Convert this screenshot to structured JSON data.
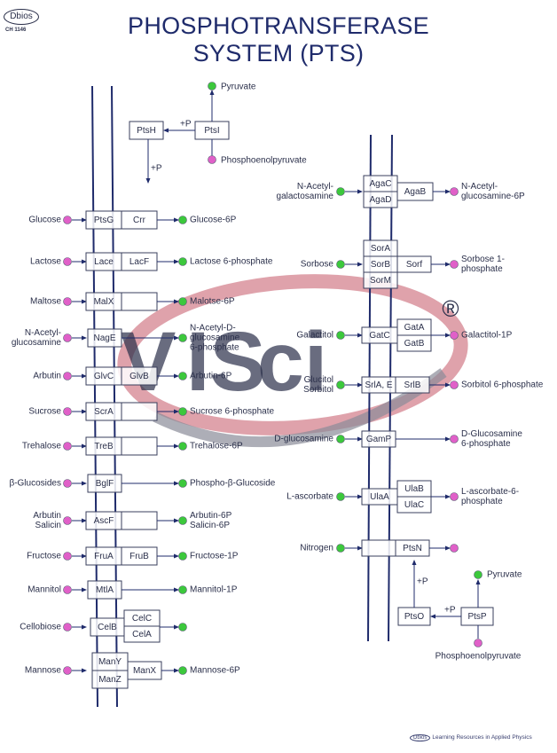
{
  "header": {
    "logo_text": "Dbios",
    "catalog_code": "CH 1146",
    "title_line1": "PHOSPHOTRANSFERASE",
    "title_line2": "SYSTEM (PTS)"
  },
  "footer": {
    "logo_text": "Dbios",
    "text": "Learning Resources in Applied Physics"
  },
  "watermark": {
    "text_v": "V",
    "text_is": "IS",
    "text_ci": "ci",
    "registered": "®"
  },
  "colors": {
    "substrate_dot_pink": "#e060c8",
    "product_dot_green": "#3cc83c",
    "membrane": "#1f2b6b",
    "box_border": "#3a3f5c",
    "title": "#1f2b6b",
    "watermark_red": "#d4838f",
    "watermark_gray": "#8a8c98"
  },
  "phosphorelay_left": {
    "ptsi": "PtsI",
    "ptsh": "PtsH",
    "plus_p_1": "+P",
    "plus_p_2": "+P",
    "pyruvate": "Pyruvate",
    "pep": "Phosphoenolpyruvate"
  },
  "phosphorelay_right": {
    "ptsp": "PtsP",
    "ptso": "PtsO",
    "plus_p_1": "+P",
    "plus_p_2": "+P",
    "pyruvate": "Pyruvate",
    "pep": "Phosphoenolpyruvate"
  },
  "left_systems": [
    {
      "substrate": [
        "Glucose"
      ],
      "boxes": [
        "PtsG",
        "Crr"
      ],
      "product": [
        "Glucose-6P"
      ]
    },
    {
      "substrate": [
        "Lactose"
      ],
      "boxes": [
        "Lace",
        "LacF"
      ],
      "product": [
        "Lactose 6-phosphate"
      ]
    },
    {
      "substrate": [
        "Maltose"
      ],
      "boxes": [
        "MalX",
        ""
      ],
      "product": [
        "Malotse-6P"
      ]
    },
    {
      "substrate": [
        "N-Acetyl-",
        "glucosamine"
      ],
      "boxes": [
        "NagE"
      ],
      "product": [
        "N-Acetyl-D-",
        "glucosamine",
        "6-phosphate"
      ]
    },
    {
      "substrate": [
        "Arbutin"
      ],
      "boxes": [
        "GlvC",
        "GlvB"
      ],
      "product": [
        "Arbutin-6P"
      ]
    },
    {
      "substrate": [
        "Sucrose"
      ],
      "boxes": [
        "ScrA",
        ""
      ],
      "product": [
        "Sucrose 6-phosphate"
      ]
    },
    {
      "substrate": [
        "Trehalose"
      ],
      "boxes": [
        "TreB",
        ""
      ],
      "product": [
        "Trehalose-6P"
      ]
    },
    {
      "substrate": [
        "β-Glucosides"
      ],
      "boxes": [
        "BglF"
      ],
      "product": [
        "Phospho-β-Glucoside"
      ]
    },
    {
      "substrate": [
        "Arbutin",
        "Salicin"
      ],
      "boxes": [
        "AscF",
        ""
      ],
      "product": [
        "Arbutin-6P",
        "Salicin-6P"
      ]
    },
    {
      "substrate": [
        "Fructose"
      ],
      "boxes": [
        "FruA",
        "FruB"
      ],
      "product": [
        "Fructose-1P"
      ]
    },
    {
      "substrate": [
        "Mannitol"
      ],
      "boxes": [
        "MtlA"
      ],
      "product": [
        "Mannitol-1P"
      ]
    },
    {
      "substrate": [
        "Cellobiose"
      ],
      "boxes": [
        "CelB"
      ],
      "side_boxes": [
        "CelC",
        "CelA"
      ],
      "product": []
    },
    {
      "substrate": [
        "Mannose"
      ],
      "boxes": [
        "ManY",
        "ManZ"
      ],
      "side_boxes": [
        "ManX"
      ],
      "product": [
        "Mannose-6P"
      ]
    }
  ],
  "right_systems": [
    {
      "substrate": [
        "N-Acetyl-",
        "galactosamine"
      ],
      "boxes": [
        "AgaC",
        "AgaD"
      ],
      "side_boxes": [
        "AgaB"
      ],
      "product": [
        "N-Acetyl-",
        "glucosamine-6P"
      ]
    },
    {
      "substrate": [
        "Sorbose"
      ],
      "boxes": [
        "SorA",
        "SorB",
        "SorM"
      ],
      "side_boxes": [
        "Sorf"
      ],
      "product": [
        "Sorbose 1-",
        "phosphate"
      ]
    },
    {
      "substrate": [
        "Galactitol"
      ],
      "boxes": [
        "GatC"
      ],
      "side_boxes": [
        "GatA",
        "GatB"
      ],
      "product": [
        "Galactitol-1P"
      ]
    },
    {
      "substrate": [
        "Glucitol",
        "Sorbitol"
      ],
      "boxes": [
        "SrlA, E",
        "SrlB"
      ],
      "product": [
        "Sorbitol 6-phosphate"
      ]
    },
    {
      "substrate": [
        "D-glucosamine"
      ],
      "boxes": [
        "GamP"
      ],
      "product": [
        "D-Glucosamine",
        "6-phosphate"
      ]
    },
    {
      "substrate": [
        "L-ascorbate"
      ],
      "boxes": [
        "UlaA"
      ],
      "side_boxes": [
        "UlaB",
        "UlaC"
      ],
      "product": [
        "L-ascorbate-6-",
        "phosphate"
      ]
    },
    {
      "substrate": [
        "Nitrogen"
      ],
      "boxes": [
        "",
        "PtsN"
      ],
      "product": []
    }
  ]
}
